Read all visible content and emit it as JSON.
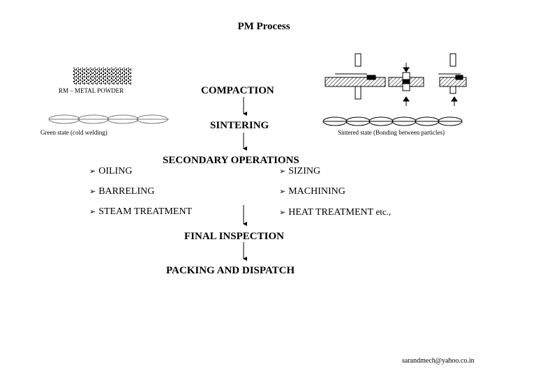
{
  "title": "PM Process",
  "left_figures": {
    "powder_label": "RM – METAL POWDER",
    "green_label": "Green state (cold welding)"
  },
  "right_figures": {
    "sintered_label": "Sintered state (Bonding between particles)"
  },
  "stages": {
    "compaction": "COMPACTION",
    "sintering": "SINTERING",
    "secondary": "SECONDARY OPERATIONS",
    "inspection": "FINAL INSPECTION",
    "packing": "PACKING AND DISPATCH"
  },
  "operations_left": [
    "OILING",
    "BARRELING",
    "STEAM TREATMENT"
  ],
  "operations_right": [
    "SIZING",
    "MACHINING",
    "HEAT TREATMENT"
  ],
  "operations_suffix": "etc.,",
  "bullet_glyph": "➢",
  "email": "sarandmech@yahoo.co.in"
}
